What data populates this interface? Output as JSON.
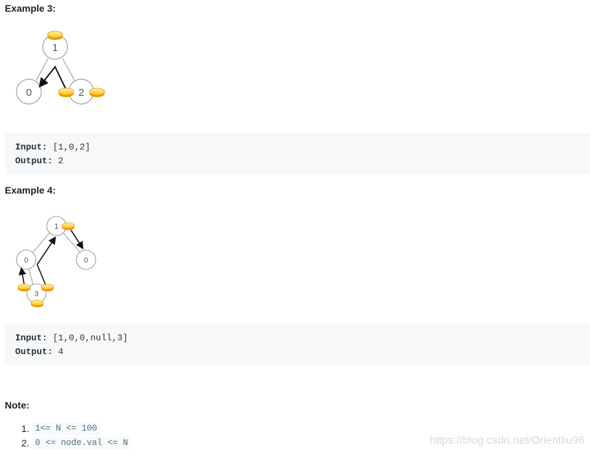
{
  "example3": {
    "title": "Example 3:",
    "tree": {
      "root": "1",
      "left": "0",
      "right": "2"
    },
    "input_label": "Input:",
    "input_value": " [1,0,2]",
    "output_label": "Output:",
    "output_value": " 2"
  },
  "example4": {
    "title": "Example 4:",
    "tree": {
      "root": "1",
      "left": "0",
      "right": "0",
      "left_child": "3"
    },
    "input_label": "Input:",
    "input_value": " [1,0,0,null,3]",
    "output_label": "Output:",
    "output_value": " 4"
  },
  "note": {
    "title": "Note:",
    "items": [
      {
        "num": "1.",
        "code": "1<= N <= 100"
      },
      {
        "num": "2.",
        "code": "0 <= node.val <= N"
      }
    ]
  },
  "watermark": "https://blog.csdn.net/Orientliu96",
  "colors": {
    "node_stroke": "#9e9e9e",
    "edge": "#9aa3a3",
    "arrow": "#111111",
    "coin_fill": "#ffc21a",
    "coin_edge": "#e89a00",
    "code_bg": "#f7f8fa"
  },
  "icons": [
    "coin-icon",
    "arrow-icon"
  ]
}
